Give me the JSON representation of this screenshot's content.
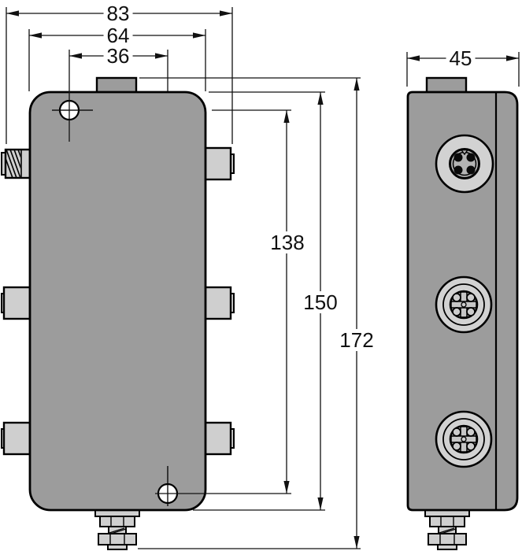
{
  "drawing": {
    "kind": "technical-dimension-drawing",
    "views": {
      "front": {
        "name": "front view",
        "features": [
          "mounting tab",
          "top mounting hole",
          "bottom mounting hole",
          "threaded side bushing",
          "four side connector stubs",
          "bottom cable gland"
        ]
      },
      "side": {
        "name": "side view",
        "features": [
          "mounting tab",
          "round connector top",
          "round connector middle",
          "round connector bottom",
          "bottom cable gland"
        ]
      }
    },
    "dimensions": {
      "overall_width": "83",
      "housing_width": "64",
      "hole_offset_x": "36",
      "depth": "45",
      "hole_spacing_y": "138",
      "housing_height": "150",
      "overall_height": "172"
    },
    "colors": {
      "housing": "#9c9c9c",
      "fittings": "#cfcfcf",
      "connector_ring": "#d2d2d2",
      "connector_face": "#b4b4b4",
      "outline": "#000000"
    }
  }
}
